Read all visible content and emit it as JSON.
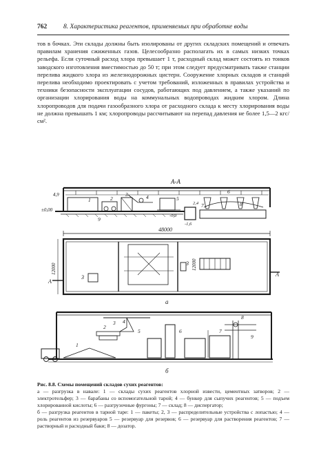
{
  "running_head": {
    "page_number": "762",
    "chapter": "8. Характеристика реагентов, применяемых при обработке воды"
  },
  "body_paragraphs": [
    "тов в бочках. Эти склады должны быть изолированы от других складских помещений и отвечать правилам хранения сжиженных газов. Целесообразно располагать их в самых низких точках рельефа. Если суточный расход хлора превышает 1 т, расходный склад может состоять из тонков заводского изготовления вместимостью до 50 т; при этом следует предусматривать также станции перелива жидкого хлора из железнодорожных цистерн. Сооружение хлорных складов и станций перелива необходимо проектировать с учетом требований, изложенных в правилах устройства и техники безопасности эксплуатации сосудов, работающих под давлением, а также указаний по организации хлорирования воды на коммунальных водопроводах жидким хлором. Длина хлоропроводов для подачи газообразного хлора от расходного склада к месту хлорирования воды не должна превышать 1 км; хлоропроводы рассчитывают на перепад давления не более 1,5—2 кгс/см²."
  ],
  "figure": {
    "section_label": "А-А",
    "level_labels": [
      "4,9",
      "±0,00",
      "-0,9",
      "-1,6",
      "2,4"
    ],
    "callouts_a": [
      "1",
      "2",
      "3",
      "4",
      "5",
      "6",
      "7",
      "8",
      "9"
    ],
    "dim_length": "48000",
    "dim_height": "12000",
    "dim_inner": "12000",
    "plan_callouts": [
      "3",
      "3",
      "А",
      "А"
    ],
    "sub_a": "а",
    "sub_b": "б",
    "callouts_b": [
      "1",
      "2",
      "3",
      "4",
      "5",
      "6",
      "7",
      "8",
      "9"
    ]
  },
  "caption": {
    "title": "Рис. 8.8. Схемы помещений складов сухих реагентов:",
    "lines": [
      "а — разгрузка в навале: 1 — склады сухих реагентов хлорной извести, цементных затворов; 2 — электротельфер; 3 — барабаны со вспомогательной тарой; 4 — бункер для сыпучих реагентов; 5 — подъем хлорированной кислоты; 6 — разгрузочные фургоны; 7 — склад; 8 — диспергатор;",
      "б — разгрузка реагентов в тарной таре: 1 — пакеты; 2, 3 — распределительные устройства с лопастью; 4 — роль реагентов из резервуаров 5 — резервуар для резервов; 6 — резервуар для растворения реагентов; 7 — растворный и расходный баки; 8 — дозатор."
    ]
  }
}
